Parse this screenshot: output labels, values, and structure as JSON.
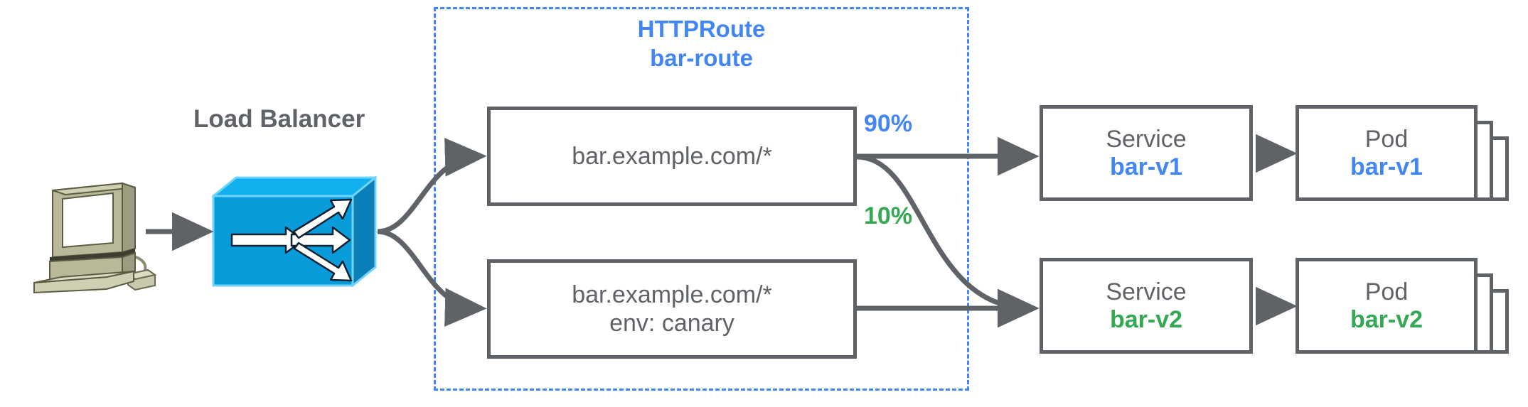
{
  "diagram": {
    "title": "Gateway API HTTPRoute traffic splitting canary diagram",
    "colors": {
      "blue": "#4285f4",
      "green": "#34a853",
      "gray": "#5f6368",
      "lb_cube": "#0a9bdb",
      "client_beige": "#b9b99a"
    }
  },
  "client": {
    "icon": "desktop-computer-icon",
    "label": ""
  },
  "load_balancer": {
    "label": "Load Balancer",
    "icon": "load-balancer-cube-icon"
  },
  "httproute": {
    "kind_label": "HTTPRoute",
    "name_label": "bar-route",
    "rules": [
      {
        "id": "rule-primary",
        "line1": "bar.example.com/*",
        "line2": ""
      },
      {
        "id": "rule-canary",
        "line1": "bar.example.com/*",
        "line2": "env: canary"
      }
    ]
  },
  "weights": [
    {
      "id": "weight-90",
      "value": "90%",
      "color": "#4285f4"
    },
    {
      "id": "weight-10",
      "value": "10%",
      "color": "#34a853"
    }
  ],
  "backends": [
    {
      "id": "backend-v1",
      "service": {
        "kind": "Service",
        "name": "bar-v1",
        "color": "#4285f4"
      },
      "pods": {
        "kind": "Pod",
        "name": "bar-v1",
        "color": "#4285f4",
        "replicas": 3
      }
    },
    {
      "id": "backend-v2",
      "service": {
        "kind": "Service",
        "name": "bar-v2",
        "color": "#34a853"
      },
      "pods": {
        "kind": "Pod",
        "name": "bar-v2",
        "color": "#34a853",
        "replicas": 3
      }
    }
  ]
}
